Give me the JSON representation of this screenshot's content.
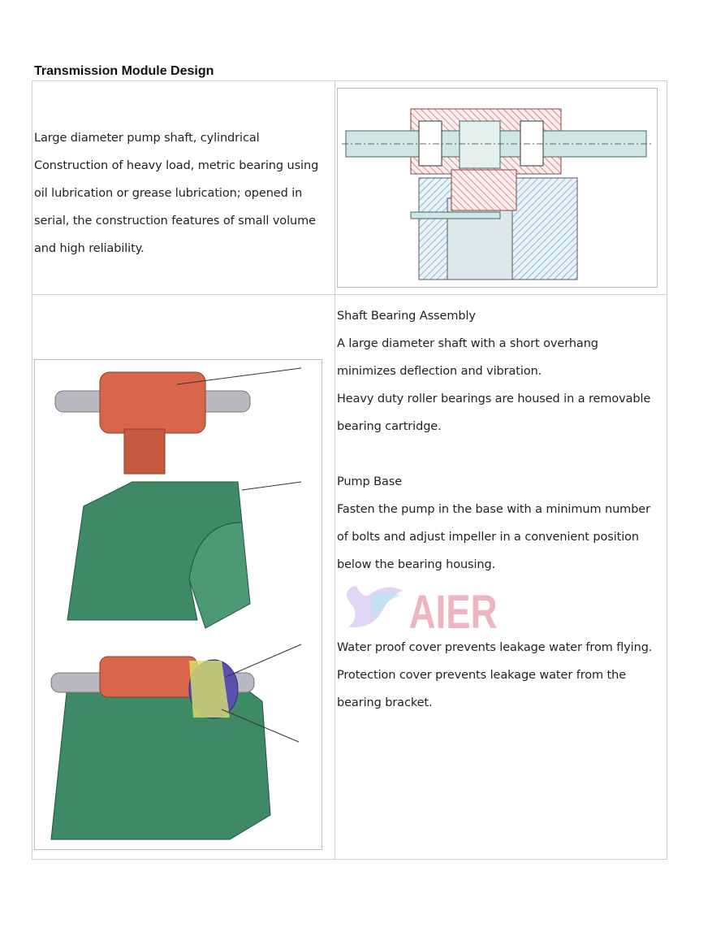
{
  "title": "Transmission Module Design",
  "row1": {
    "text_lines": [
      "Large diameter pump shaft, cylindrical",
      "Construction of heavy load, metric bearing using",
      "oil lubrication or grease lubrication; opened in",
      "serial, the construction features of small volume",
      "and high reliability."
    ]
  },
  "row2": {
    "shaft_heading": "Shaft Bearing Assembly",
    "shaft_lines": [
      "A large diameter shaft with a short overhang",
      "minimizes deflection and vibration.",
      "Heavy duty roller bearings are housed in a removable",
      "bearing cartridge."
    ],
    "base_heading": "Pump Base",
    "base_lines": [
      "Fasten the pump in the base with a minimum number",
      "of bolts and adjust impeller in a convenient position",
      "below the bearing housing."
    ],
    "cover_lines": [
      "Water proof cover prevents leakage water from flying.",
      "Protection cover prevents leakage water from the",
      "bearing bracket."
    ]
  },
  "watermark": "AIER",
  "colors": {
    "housing": "#d9664a",
    "base": "#3f8a66",
    "shaft": "#b9b9c2",
    "watermark": "#e07a90"
  }
}
